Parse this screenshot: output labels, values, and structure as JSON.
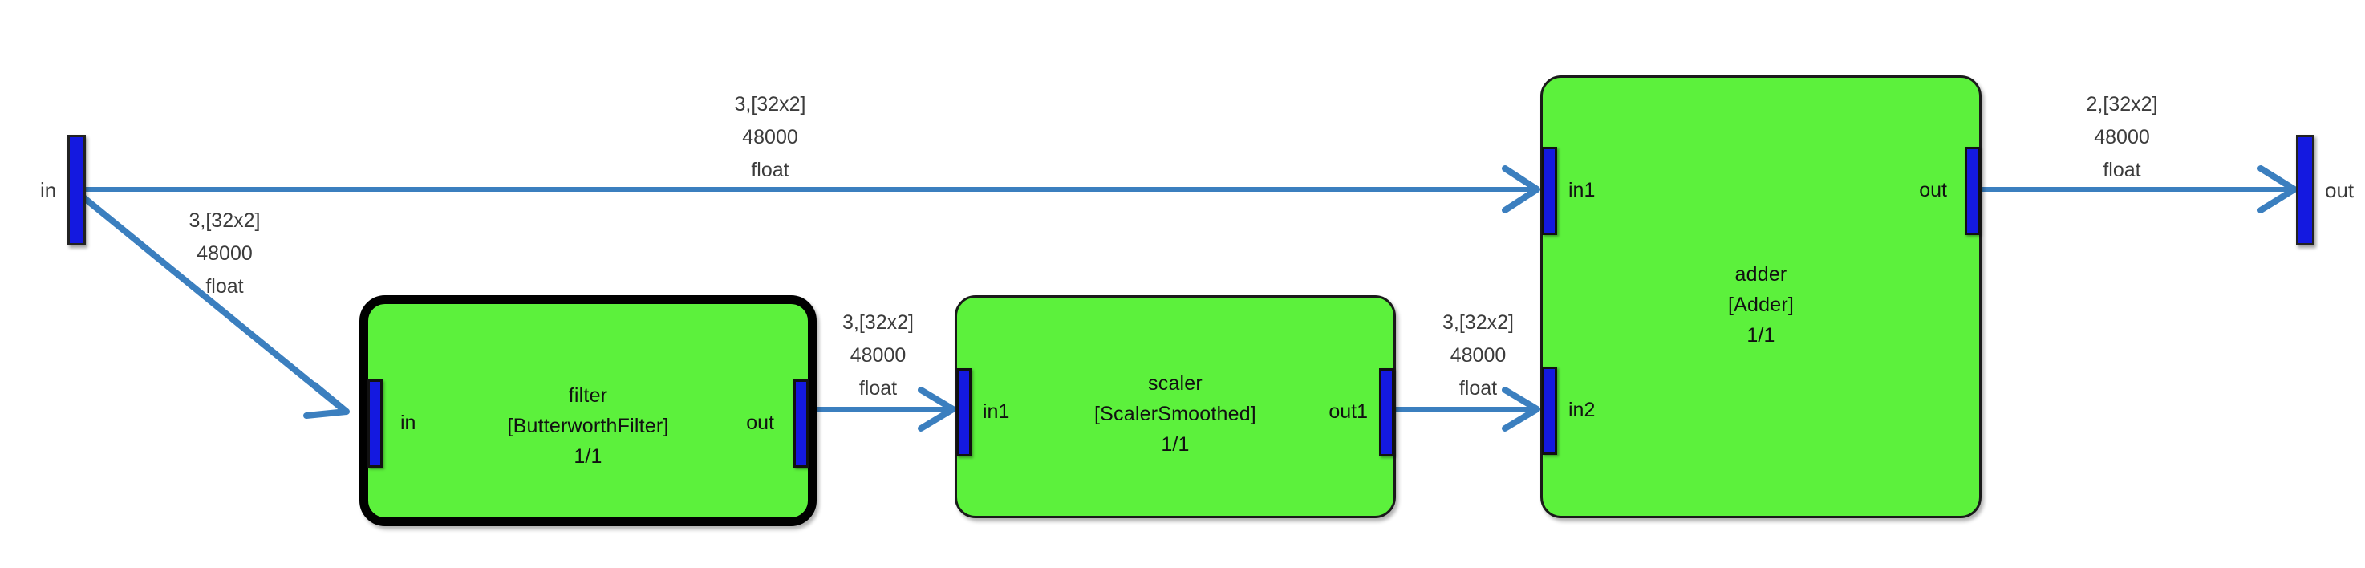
{
  "graph": {
    "background_color": "#ffffff",
    "node_fill_color": "#5cf13c",
    "port_color": "#1419e0",
    "edge_color": "#3b7fbf",
    "terminals": [
      {
        "id": "source-in",
        "label": "in"
      },
      {
        "id": "sink-out",
        "label": "out"
      }
    ],
    "nodes": [
      {
        "id": "filter",
        "name": "filter",
        "type": "[ButterworthFilter]",
        "ratio": "1/1",
        "selected": true,
        "inputs": [
          {
            "label": "in"
          }
        ],
        "outputs": [
          {
            "label": "out"
          }
        ]
      },
      {
        "id": "scaler",
        "name": "scaler",
        "type": "[ScalerSmoothed]",
        "ratio": "1/1",
        "selected": false,
        "inputs": [
          {
            "label": "in1"
          }
        ],
        "outputs": [
          {
            "label": "out1"
          }
        ]
      },
      {
        "id": "adder",
        "name": "adder",
        "type": "[Adder]",
        "ratio": "1/1",
        "selected": false,
        "inputs": [
          {
            "label": "in1"
          },
          {
            "label": "in2"
          }
        ],
        "outputs": [
          {
            "label": "out"
          }
        ]
      }
    ],
    "edges": [
      {
        "id": "edge-in-to-adder-in1",
        "from": "in",
        "to": "adder.in1",
        "channels": "3,[32x2]",
        "rate": "48000",
        "dtype": "float"
      },
      {
        "id": "edge-in-to-filter-in",
        "from": "in",
        "to": "filter.in",
        "channels": "3,[32x2]",
        "rate": "48000",
        "dtype": "float"
      },
      {
        "id": "edge-filter-out-to-scaler-in1",
        "from": "filter.out",
        "to": "scaler.in1",
        "channels": "3,[32x2]",
        "rate": "48000",
        "dtype": "float"
      },
      {
        "id": "edge-scaler-out1-to-adder-in2",
        "from": "scaler.out1",
        "to": "adder.in2",
        "channels": "3,[32x2]",
        "rate": "48000",
        "dtype": "float"
      },
      {
        "id": "edge-adder-out-to-out",
        "from": "adder.out",
        "to": "out",
        "channels": "2,[32x2]",
        "rate": "48000",
        "dtype": "float"
      }
    ]
  }
}
